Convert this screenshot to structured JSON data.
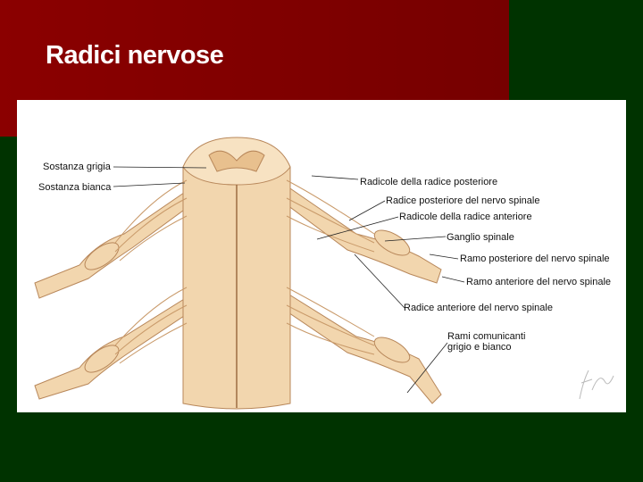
{
  "slide": {
    "title": "Radici nervose",
    "colors": {
      "header": "#8b0000",
      "background": "#003300",
      "panel": "#ffffff"
    }
  },
  "figure": {
    "labels": {
      "sostanza_grigia": "Sostanza grigia",
      "sostanza_bianca": "Sostanza bianca",
      "radicole_posteriore": "Radicole della radice posteriore",
      "radice_posteriore": "Radice posteriore del nervo spinale",
      "radicole_anteriore": "Radicole della radice anteriore",
      "ganglio": "Ganglio spinale",
      "ramo_posteriore": "Ramo posteriore del nervo spinale",
      "ramo_anteriore": "Ramo anteriore del nervo spinale",
      "radice_anteriore": "Radice anteriore del nervo spinale",
      "rami_comunicanti_1": "Rami comunicanti",
      "rami_comunicanti_2": "grigio e bianco"
    },
    "signature": "F. Netter"
  }
}
